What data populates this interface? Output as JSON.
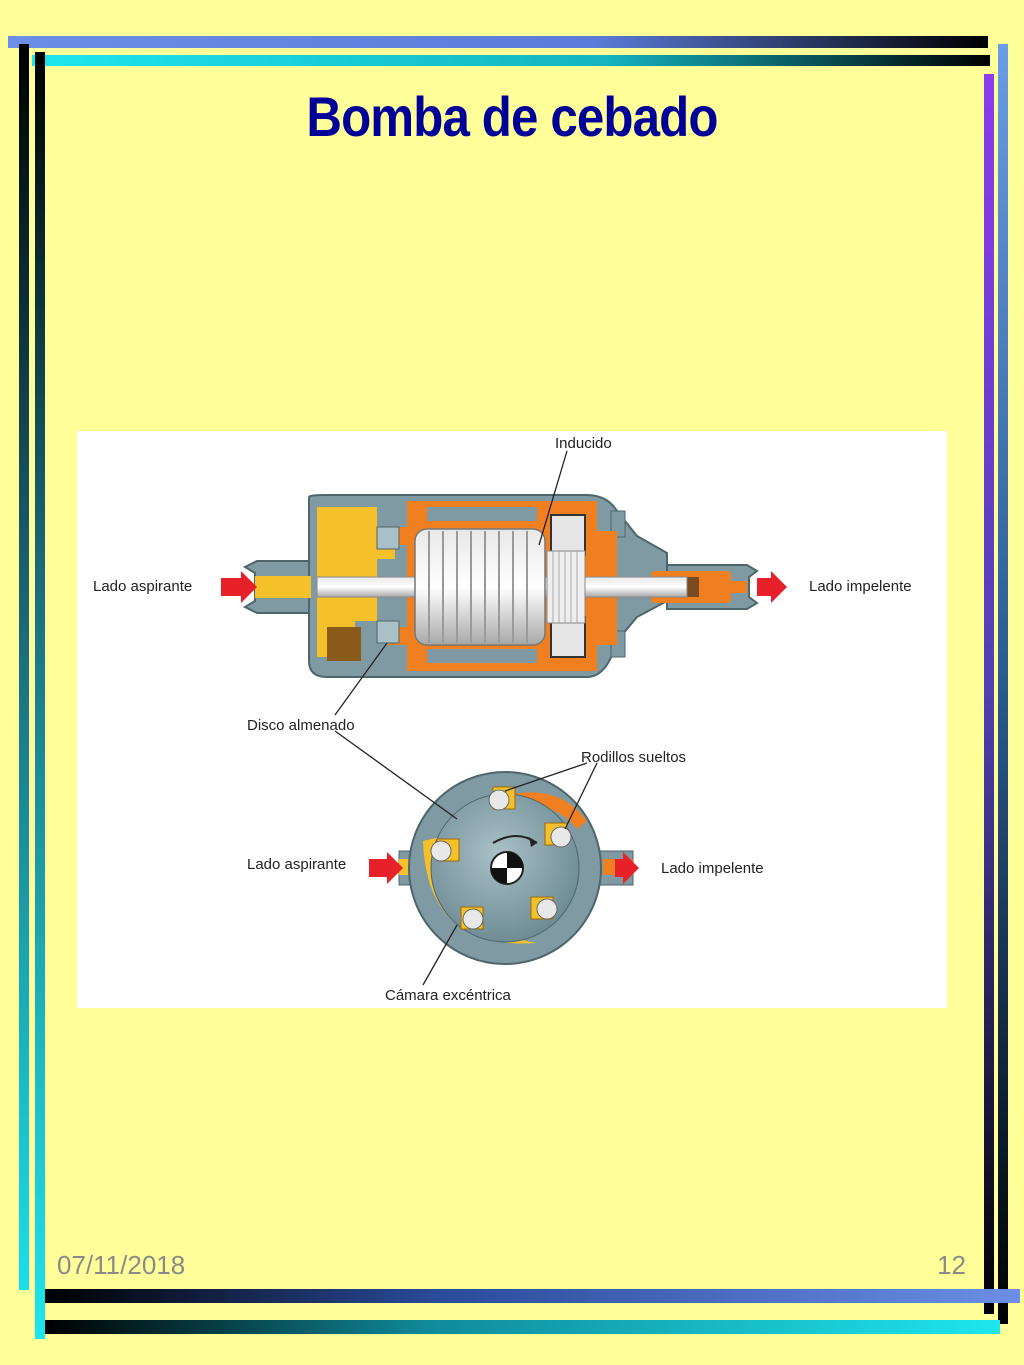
{
  "slide": {
    "title": "Bomba de cebado",
    "date": "07/11/2018",
    "page_number": "12"
  },
  "diagram": {
    "labels": {
      "inducido": "Inducido",
      "lado_aspirante_top": "Lado aspirante",
      "lado_impelente_top": "Lado impelente",
      "disco_almenado": "Disco almenado",
      "rodillos_sueltos": "Rodillos sueltos",
      "lado_aspirante_bottom": "Lado aspirante",
      "lado_impelente_bottom": "Lado impelente",
      "camara_excentrica": "Cámara excéntrica"
    },
    "colors": {
      "housing": "#7f9aa3",
      "fuel": "#f5c12a",
      "inner": "#f07f22",
      "arrow": "#e8202a",
      "background": "#ffff99",
      "title": "#000099"
    }
  }
}
